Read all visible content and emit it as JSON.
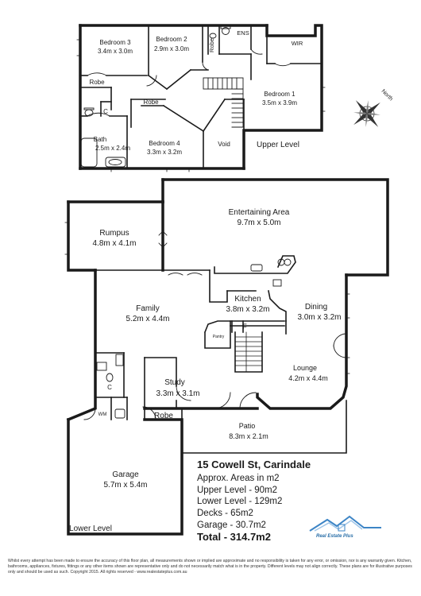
{
  "rooms": {
    "bedroom3": {
      "name": "Bedroom 3",
      "size": "3.4m x 3.0m"
    },
    "bedroom2": {
      "name": "Bedroom 2",
      "size": "2.9m x 3.0m"
    },
    "robe_b2": {
      "name": "Robe"
    },
    "ens": {
      "name": "ENS"
    },
    "wir": {
      "name": "WIR"
    },
    "robe_hall": {
      "name": "Robe"
    },
    "c_upper": {
      "name": "C"
    },
    "robe_b4": {
      "name": "Robe"
    },
    "bedroom1": {
      "name": "Bedroom 1",
      "size": "3.5m x 3.9m"
    },
    "bath": {
      "name": "Bath",
      "size": "2.5m x 2.4m"
    },
    "bedroom4": {
      "name": "Bedroom 4",
      "size": "3.3m x 3.2m"
    },
    "void": {
      "name": "Void"
    },
    "rumpus": {
      "name": "Rumpus",
      "size": "4.8m x 4.1m"
    },
    "entertaining": {
      "name": "Entertaining Area",
      "size": "9.7m x 5.0m"
    },
    "kitchen": {
      "name": "Kitchen",
      "size": "3.8m x 3.2m"
    },
    "family": {
      "name": "Family",
      "size": "5.2m x 4.4m"
    },
    "dining": {
      "name": "Dining",
      "size": "3.0m x 3.2m"
    },
    "fridge": {
      "name": "F"
    },
    "pantry": {
      "name": "Pantry"
    },
    "lounge": {
      "name": "Lounge",
      "size": "4.2m x 4.4m"
    },
    "c_lower": {
      "name": "C"
    },
    "study": {
      "name": "Study",
      "size": "3.3m x 3.1m"
    },
    "wm": {
      "name": "WM"
    },
    "robe_study": {
      "name": "Robe"
    },
    "patio": {
      "name": "Patio",
      "size": "8.3m x 2.1m"
    },
    "garage": {
      "name": "Garage",
      "size": "5.7m x 5.4m"
    }
  },
  "levels": {
    "upper": "Upper Level",
    "lower": "Lower Level"
  },
  "compass": {
    "label": "North"
  },
  "info": {
    "address": "15 Cowell St, Carindale",
    "approx": "Approx. Areas in m2",
    "upper": "Upper Level - 90m2",
    "lower": "Lower Level - 129m2",
    "decks": "Decks - 65m2",
    "garage": "Garage - 30.7m2",
    "total": "Total - 314.7m2"
  },
  "logo": {
    "text": "Real Estate Plus"
  },
  "disclaimer": "Whilst every attempt has been made to ensure the accuracy of this floor plan, all measurements shown or implied are approximate and no responsibility is taken for any error, or omission, nor is any warranty given. Kitchen, bathrooms, appliances, fixtures, fittings or any other items shown are representative only and do not necessarily match what is in the property. Different levels may not align correctly. These plans are for illustrative purposes only and should be used as such. Copyright 2015. All rights reserved - www.realestateplus.com.au"
}
